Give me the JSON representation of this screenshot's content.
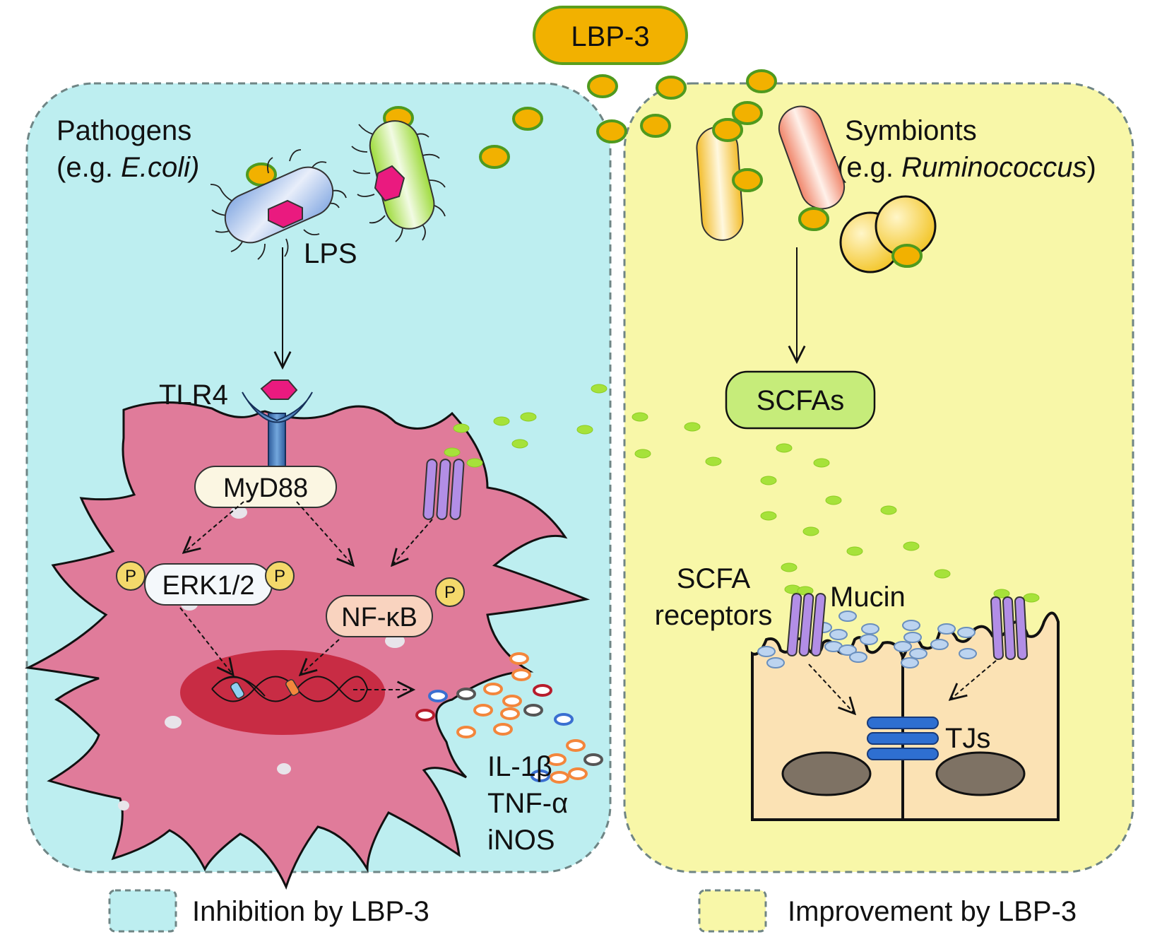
{
  "diagram": {
    "lbp3_label": "LBP-3",
    "left_panel": {
      "fill": "#bdeef0",
      "pathogens_line1": "Pathogens",
      "pathogens_line2_prefix": "(e.g. ",
      "pathogens_line2_italic": "E.coli)",
      "lps_label": "LPS",
      "tlr4_label": "TLR4",
      "myd88_label": "MyD88",
      "erk_label": "ERK1/2",
      "nfkb_label": "NF-κB",
      "p_label": "P",
      "cytokine_1": "IL-1β",
      "cytokine_2": "TNF-α",
      "cytokine_3": "iNOS"
    },
    "right_panel": {
      "fill": "#f8f7a8",
      "symbionts_line1": "Symbionts",
      "symbionts_line2_prefix": "(e.g. ",
      "symbionts_line2_italic": "Ruminococcus",
      "symbionts_line2_suffix": ")",
      "scfas_label": "SCFAs",
      "scfa_receptors_line1": "SCFA",
      "scfa_receptors_line2": "receptors",
      "mucin_label": "Mucin",
      "tjs_label": "TJs"
    },
    "legend": {
      "inhibition_label": "Inhibition by LBP-3",
      "improvement_label": "Improvement by LBP-3"
    },
    "colors": {
      "lbp3_fill": "#f2b100",
      "lbp3_stroke": "#5b9f1c",
      "scfa_dot": "#a6e23a",
      "cell_fill": "#e07b9a",
      "nucleus_fill": "#c82c44",
      "epithelial_fill": "#fbe2b4",
      "tj_fill": "#2e6fd1",
      "receptor_fill": "#b28ee6"
    }
  }
}
